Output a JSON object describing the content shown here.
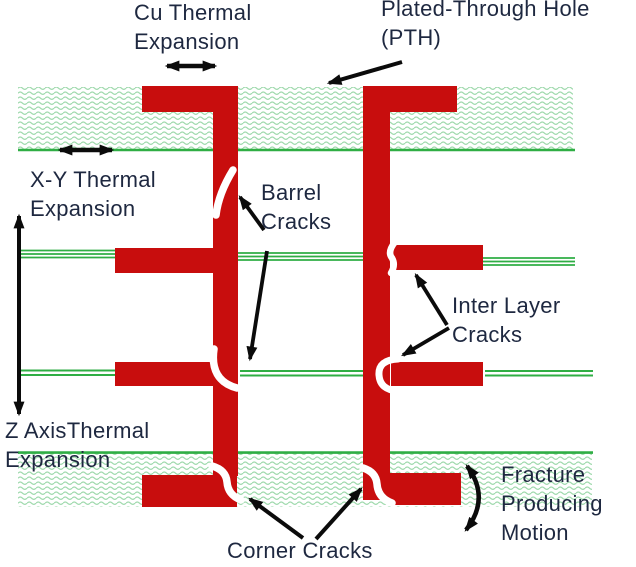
{
  "labels": {
    "cu_thermal_expansion": {
      "lines": [
        "Cu Thermal",
        "Expansion"
      ]
    },
    "plated_through_hole": {
      "lines": [
        "Plated-Through Hole",
        "(PTH)"
      ]
    },
    "xy_thermal_expansion": {
      "lines": [
        "X-Y Thermal",
        "Expansion"
      ]
    },
    "barrel_cracks": {
      "lines": [
        "Barrel",
        "Cracks"
      ]
    },
    "inter_layer_cracks": {
      "lines": [
        "Inter Layer",
        "Cracks"
      ]
    },
    "z_axis_thermal_expansion": {
      "lines": [
        "Z AxisThermal",
        "Expansion"
      ]
    },
    "fracture_producing_motion": {
      "lines": [
        "Fracture",
        "Producing",
        "Motion"
      ]
    },
    "corner_cracks": {
      "lines": [
        "Corner Cracks"
      ]
    }
  },
  "colors": {
    "copper_red": "#C80D0D",
    "laminate_line_green": "#2FAE44",
    "hatch_green": "#9ED9AC",
    "text_dark": "#1E2840",
    "arrow_black": "#0B0B0B",
    "crack_white": "#FFFFFF",
    "background": "#FFFFFF"
  }
}
